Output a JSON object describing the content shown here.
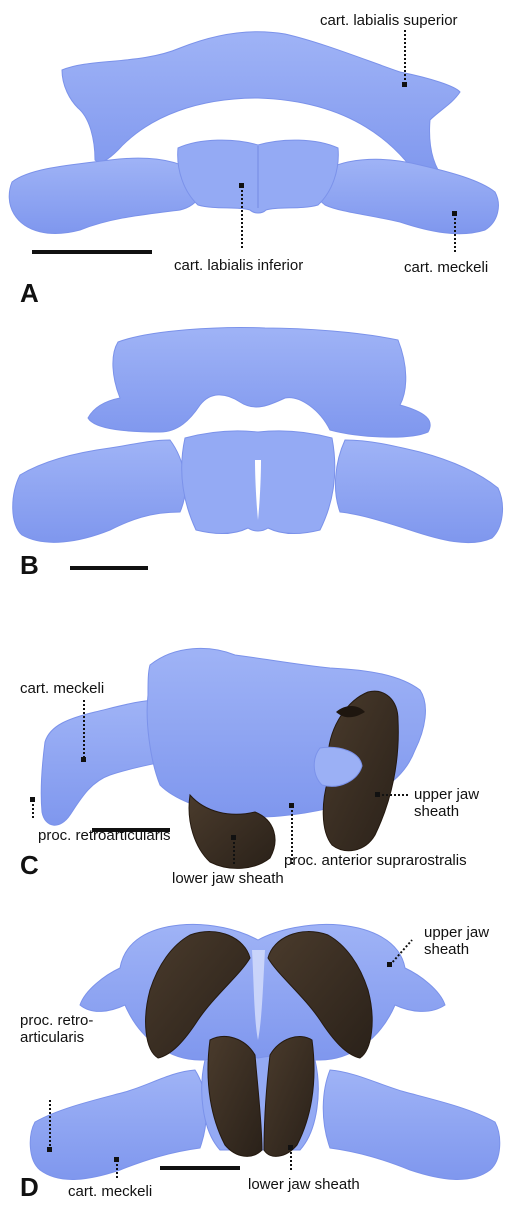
{
  "panels": {
    "a": {
      "letter": "A",
      "labels": {
        "labialis_superior": "cart. labialis superior",
        "labialis_inferior": "cart. labialis inferior",
        "meckeli": "cart. meckeli"
      }
    },
    "b": {
      "letter": "B"
    },
    "c": {
      "letter": "C",
      "labels": {
        "meckeli": "cart. meckeli",
        "upper_jaw_sheath": "upper jaw\nsheath",
        "retroarticularis": "proc. retroarticularis",
        "lower_jaw_sheath": "lower jaw sheath",
        "anterior_suprarostralis": "proc. anterior suprarostralis"
      }
    },
    "d": {
      "letter": "D",
      "labels": {
        "upper_jaw_sheath": "upper jaw\nsheath",
        "retroarticularis": "proc. retro-\narticularis",
        "meckeli": "cart. meckeli",
        "lower_jaw_sheath": "lower jaw sheath"
      }
    }
  },
  "colors": {
    "cartilage": "#8fa6f2",
    "cartilage_edge": "#6f86e6",
    "sheath": "#3a2e22",
    "ink": "#111111"
  }
}
